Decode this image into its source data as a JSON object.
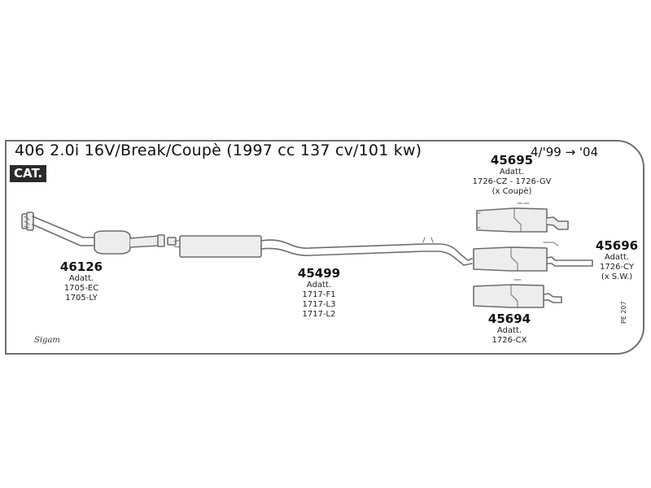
{
  "header": {
    "title": "406 2.0i 16V/Break/Coupè (1997 cc 137 cv/101 kw)",
    "date_range": "4/'99 → '04",
    "badge": "CAT."
  },
  "parts": [
    {
      "number": "46126",
      "label": "Adatt.",
      "codes": [
        "1705-EC",
        "1705-LY"
      ]
    },
    {
      "number": "45499",
      "label": "Adatt.",
      "codes": [
        "1717-F1",
        "1717-L3",
        "1717-L2"
      ]
    },
    {
      "number": "45695",
      "label": "Adatt.",
      "codes": [
        "1726-CZ - 1726-GV",
        "(x Coupè)"
      ]
    },
    {
      "number": "45696",
      "label": "Adatt.",
      "codes": [
        "1726-CY",
        "(x S.W.)"
      ]
    },
    {
      "number": "45694",
      "label": "Adatt.",
      "codes": [
        "1726-CX"
      ]
    }
  ],
  "page_code": "PE 207",
  "brand": "Sigam",
  "colors": {
    "stroke": "#6e6e6e",
    "fill": "#ededed",
    "badge": "#2a2a2a"
  }
}
